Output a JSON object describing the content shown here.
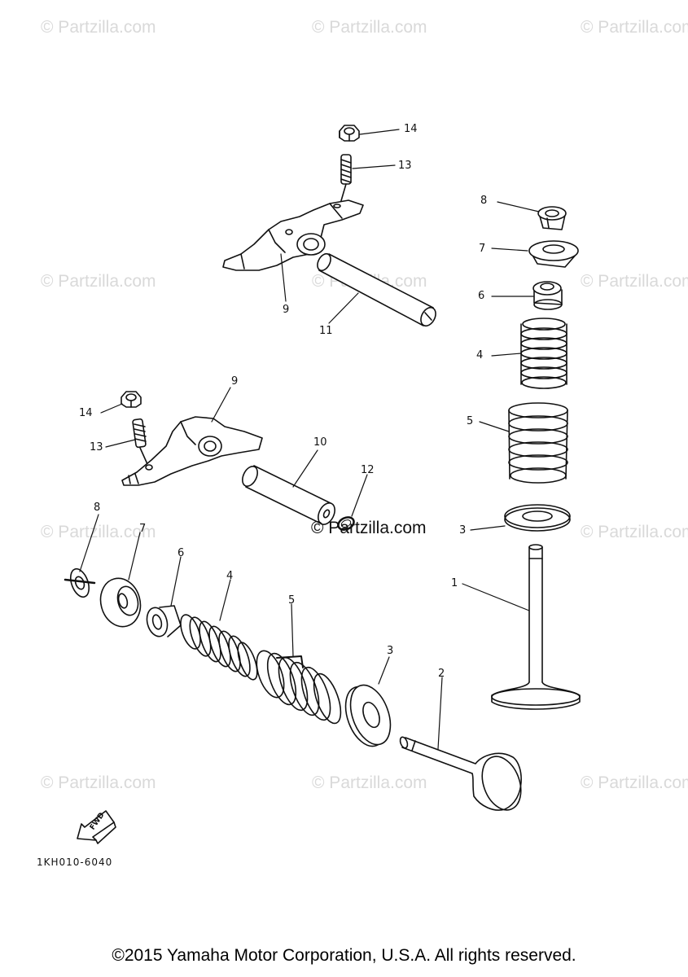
{
  "watermark": "© Partzilla.com",
  "center_watermark": "© Partzilla.com",
  "callouts": {
    "c14_top": "14",
    "c13_top": "13",
    "c9_top": "9",
    "c11": "11",
    "c8_right": "8",
    "c7_right": "7",
    "c6_right": "6",
    "c4_right": "4",
    "c5_right": "5",
    "c3_right": "3",
    "c1": "1",
    "c14_left": "14",
    "c13_left": "13",
    "c9_mid": "9",
    "c10": "10",
    "c12": "12",
    "c8_left": "8",
    "c7_left": "7",
    "c6_left": "6",
    "c4_left": "4",
    "c5_left": "5",
    "c3_left": "3",
    "c2": "2"
  },
  "fwd_label": "FWD",
  "diagram_code": "1KH010-6040",
  "copyright": "©2015 Yamaha Motor Corporation, U.S.A. All rights reserved."
}
